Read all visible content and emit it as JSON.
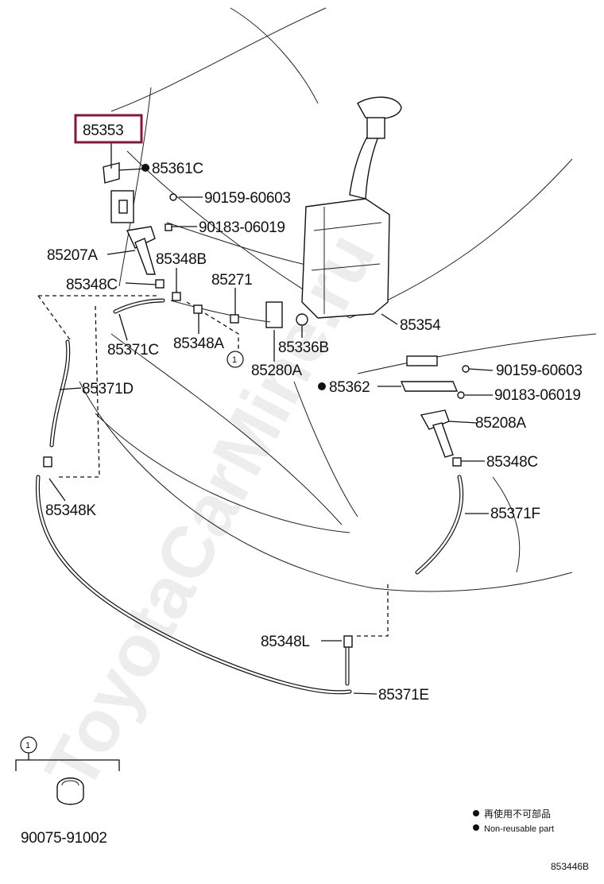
{
  "labels": {
    "p85353": "85353",
    "p85361C": "85361C",
    "p90159a": "90159-60603",
    "p90183a": "90183-06019",
    "p85207A": "85207A",
    "p85348B": "85348B",
    "p85348C_left": "85348C",
    "p85271": "85271",
    "p85371C": "85371C",
    "p85348A": "85348A",
    "p85336B": "85336B",
    "p85280A": "85280A",
    "p85354": "85354",
    "p90159b": "90159-60603",
    "p85362": "85362",
    "p90183b": "90183-06019",
    "p85208A": "85208A",
    "p85348C_right": "85348C",
    "p85371D": "85371D",
    "p85348K": "85348K",
    "p85371F": "85371F",
    "p85348L": "85348L",
    "p85371E": "85371E",
    "p90075": "90075-91002",
    "callout1": "1",
    "callout1_box": "1"
  },
  "legend": {
    "chinese": "再使用不可部品",
    "english": "Non-reusable part"
  },
  "diagram_code": "853446B",
  "watermark": "ToyotaCarMine.ru",
  "colors": {
    "highlight_box": "#8b1538",
    "ink": "#111111"
  }
}
